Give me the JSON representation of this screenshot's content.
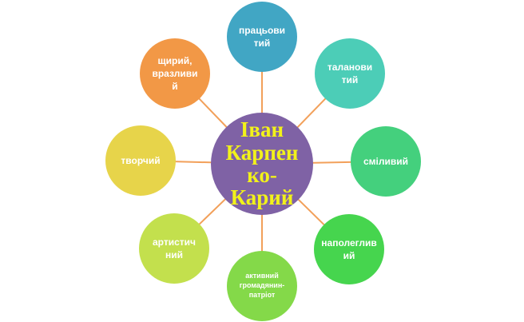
{
  "center": {
    "label": "Іван\nКарпен\nко-\nКарий",
    "color": "#7f62a5",
    "text_color": "#f2f21a"
  },
  "nodes": [
    {
      "id": "pratsovytyi",
      "label": "працьови\nтий",
      "color": "#41a6c4"
    },
    {
      "id": "talanovytyi",
      "label": "таланови\nтий",
      "color": "#4ccdb7"
    },
    {
      "id": "smilyvyi",
      "label": "сміливий",
      "color": "#44d07d"
    },
    {
      "id": "napolehlyvyi",
      "label": "наполеглив\nий",
      "color": "#46d54e"
    },
    {
      "id": "aktyvnyi",
      "label": "активний\nгромадянин-\nпатріот",
      "color": "#84d949"
    },
    {
      "id": "artystychnyi",
      "label": "артистич\nний",
      "color": "#c3e04d"
    },
    {
      "id": "tvorchyi",
      "label": "творчий",
      "color": "#e7d44a"
    },
    {
      "id": "shchyryi",
      "label": "щирий,\nвразливи\nй",
      "color": "#f29846"
    }
  ],
  "connector_color": "#f2a05a"
}
